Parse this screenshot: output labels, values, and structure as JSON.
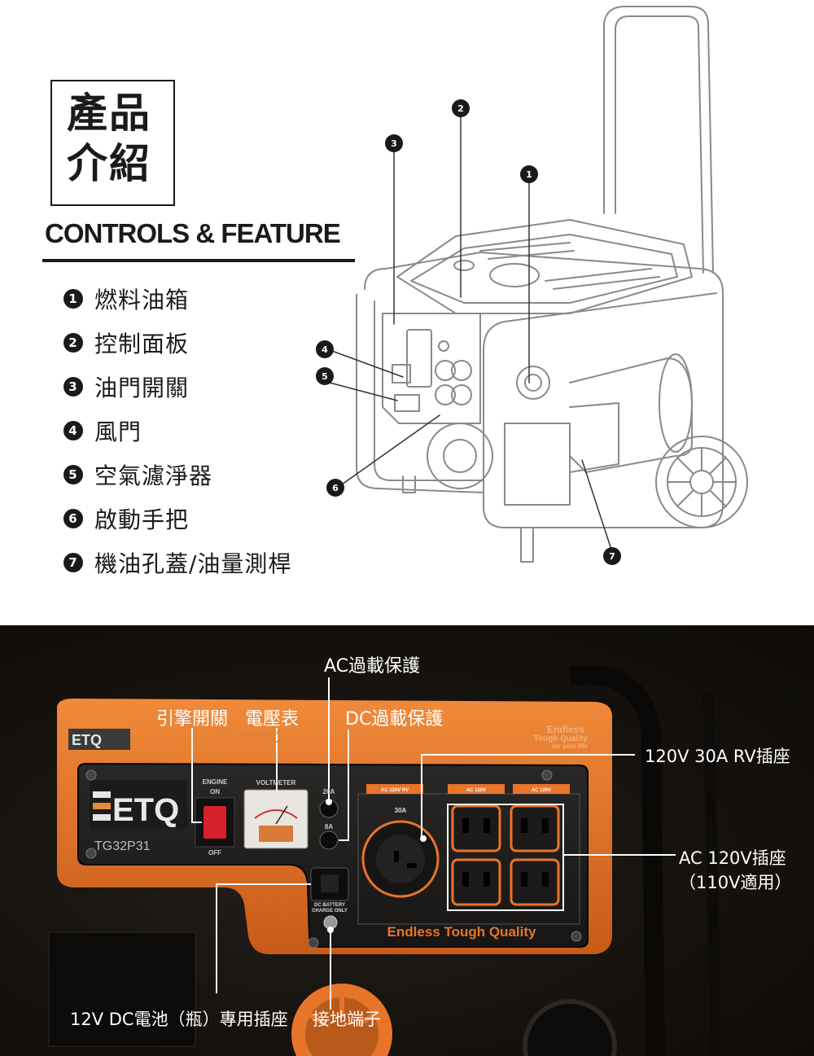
{
  "header": {
    "title_line1": "產品",
    "title_line2": "介紹",
    "subtitle": "CONTROLS & FEATURE"
  },
  "features": [
    {
      "num": "1",
      "label": "燃料油箱"
    },
    {
      "num": "2",
      "label": "控制面板"
    },
    {
      "num": "3",
      "label": "油門開關"
    },
    {
      "num": "4",
      "label": "風門"
    },
    {
      "num": "5",
      "label": "空氣濾淨器"
    },
    {
      "num": "6",
      "label": "啟動手把"
    },
    {
      "num": "7",
      "label": "機油孔蓋/油量測桿"
    }
  ],
  "diagram_markers": [
    "1",
    "2",
    "3",
    "4",
    "5",
    "6",
    "7"
  ],
  "panel": {
    "brand": "ETQ",
    "model": "TG32P31",
    "housing_model": "TG32P31",
    "housing_slogan_1": "Endless",
    "housing_slogan_2": "Tough Quality",
    "housing_slogan_3": "for your life",
    "engine_label": "ENGINE",
    "on_label": "ON",
    "off_label": "OFF",
    "voltmeter_label": "VOLTMETER",
    "breaker_20a": "20A",
    "breaker_8a": "8A",
    "ac_rv_label": "AC 120V RV",
    "ac_label_1": "AC 120V",
    "ac_label_2": "AC 120V",
    "rv_amp": "30A",
    "dc_label_1": "DC BATTERY",
    "dc_label_2": "CHARGE ONLY",
    "bottom_slogan": "Endless Tough Quality"
  },
  "callouts": {
    "ac_overload": "AC過載保護",
    "engine_switch": "引擎開關",
    "voltmeter": "電壓表",
    "dc_overload": "DC過載保護",
    "rv_outlet": "120V 30A RV插座",
    "ac_outlet_line1": "AC 120V插座",
    "ac_outlet_line2": "（110V適用）",
    "dc_battery": "12V DC電池（瓶）專用插座",
    "ground": "接地端子"
  },
  "colors": {
    "ink": "#1a1a1a",
    "diagram_line": "#8a8a8a",
    "housing_orange": "#e8742a",
    "panel_dark": "#1f1d1b",
    "switch_red": "#d6202a"
  }
}
